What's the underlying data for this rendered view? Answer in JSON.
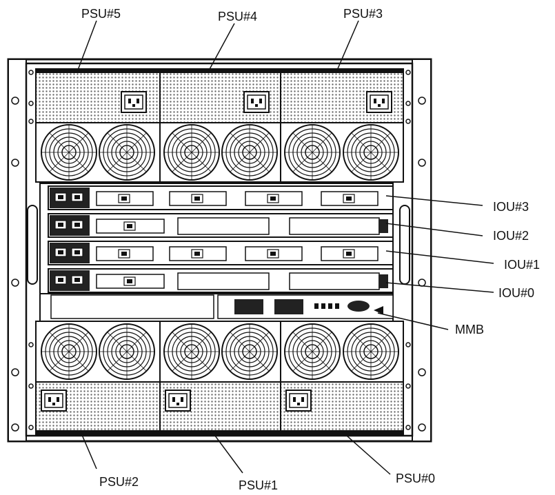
{
  "labels": {
    "psu5": "PSU#5",
    "psu4": "PSU#4",
    "psu3": "PSU#3",
    "psu2": "PSU#2",
    "psu1": "PSU#1",
    "psu0": "PSU#0",
    "iou3": "IOU#3",
    "iou2": "IOU#2",
    "iou1": "IOU#1",
    "iou0": "IOU#0",
    "mmb": "MMB"
  },
  "colors": {
    "line": "#111111",
    "chassis_fill": "#ffffff",
    "dark": "#1a1a1a",
    "mesh": "#9a9a9a"
  }
}
